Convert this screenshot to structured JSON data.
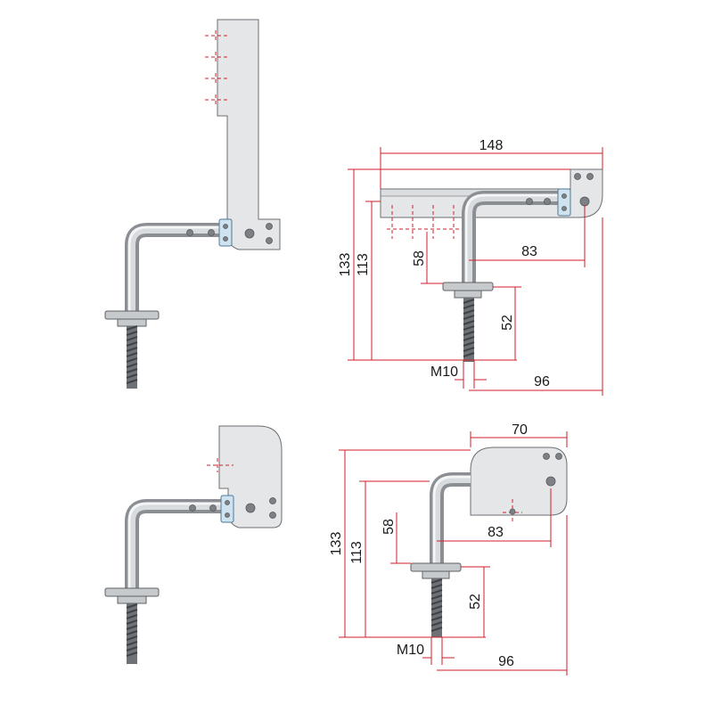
{
  "diagram": {
    "figures": [
      {
        "name": "top-right-dimensioned",
        "dimensions": {
          "width": "148",
          "height_total": "133",
          "height_inner": "113",
          "height_arm": "58",
          "offset": "83",
          "thread_length": "52",
          "thread": "M10",
          "reach": "96"
        }
      },
      {
        "name": "bottom-right-dimensioned",
        "dimensions": {
          "width": "70",
          "height_total": "133",
          "height_inner": "113",
          "height_arm": "58",
          "offset": "83",
          "thread_length": "52",
          "thread": "M10",
          "reach": "96"
        }
      }
    ],
    "colors": {
      "dimension_line": "#d21f2b",
      "plate": "#d6d9dc",
      "rod": "#8b8f94",
      "clip": "#cfe2ef"
    }
  }
}
